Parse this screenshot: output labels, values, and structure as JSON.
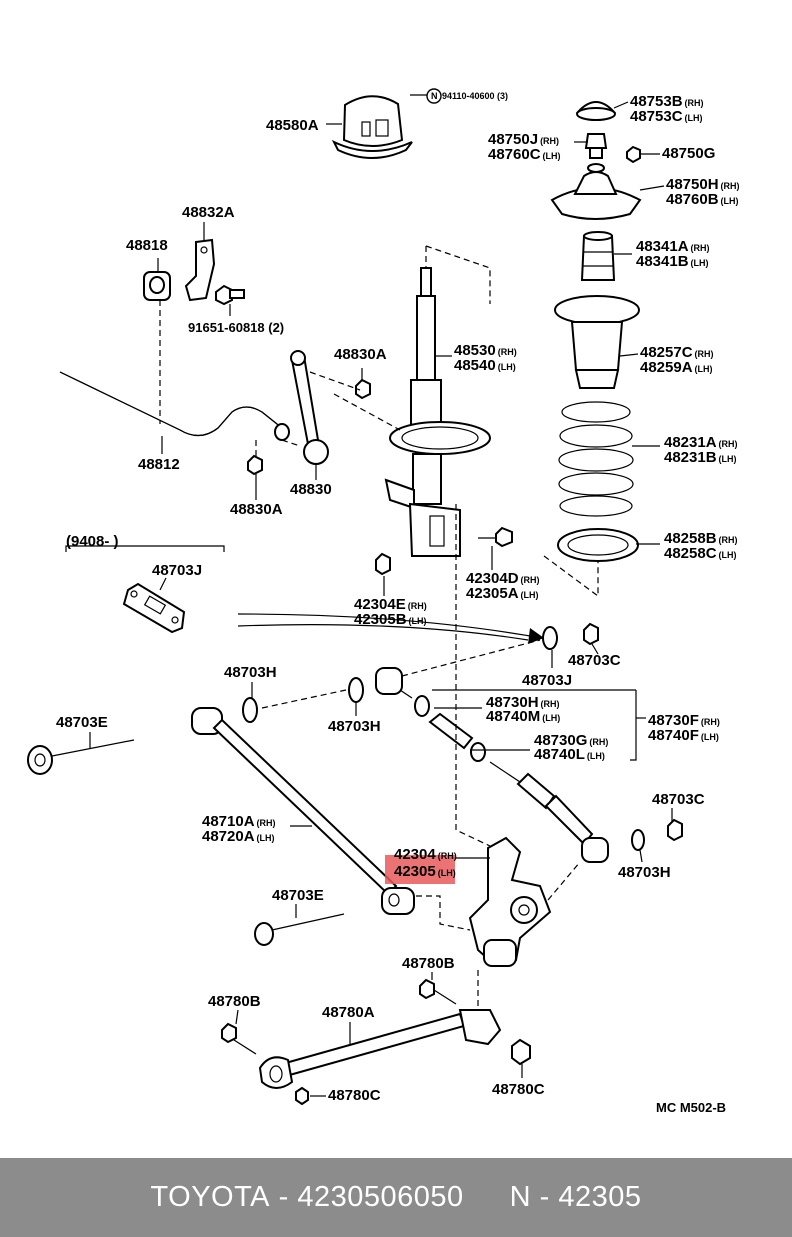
{
  "diagram": {
    "part_labels": [
      {
        "id": "48580A",
        "text": "48580A"
      },
      {
        "id": "n94110",
        "circle": "N",
        "text": "94110-40600 (3)"
      },
      {
        "id": "48753B",
        "text": "48753B",
        "side": "(RH)"
      },
      {
        "id": "48753C",
        "text": "48753C",
        "side": "(LH)"
      },
      {
        "id": "48750J",
        "text": "48750J",
        "side": "(RH)"
      },
      {
        "id": "48760C",
        "text": "48760C",
        "side": "(LH)"
      },
      {
        "id": "48750G",
        "text": "48750G"
      },
      {
        "id": "48750H",
        "text": "48750H",
        "side": "(RH)"
      },
      {
        "id": "48760B",
        "text": "48760B",
        "side": "(LH)"
      },
      {
        "id": "48832A",
        "text": "48832A"
      },
      {
        "id": "48818",
        "text": "48818"
      },
      {
        "id": "91651",
        "text": "91651-60818 (2)"
      },
      {
        "id": "48341A",
        "text": "48341A",
        "side": "(RH)"
      },
      {
        "id": "48341B",
        "text": "48341B",
        "side": "(LH)"
      },
      {
        "id": "48257C",
        "text": "48257C",
        "side": "(RH)"
      },
      {
        "id": "48259A",
        "text": "48259A",
        "side": "(LH)"
      },
      {
        "id": "48830A_1",
        "text": "48830A"
      },
      {
        "id": "48530",
        "text": "48530",
        "side": "(RH)"
      },
      {
        "id": "48540",
        "text": "48540",
        "side": "(LH)"
      },
      {
        "id": "48231A",
        "text": "48231A",
        "side": "(RH)"
      },
      {
        "id": "48231B",
        "text": "48231B",
        "side": "(LH)"
      },
      {
        "id": "48812",
        "text": "48812"
      },
      {
        "id": "48830",
        "text": "48830"
      },
      {
        "id": "48830A_2",
        "text": "48830A"
      },
      {
        "id": "48258B",
        "text": "48258B",
        "side": "(RH)"
      },
      {
        "id": "48258C",
        "text": "48258C",
        "side": "(LH)"
      },
      {
        "id": "date",
        "text": "(9408-         )"
      },
      {
        "id": "48703J_1",
        "text": "48703J"
      },
      {
        "id": "42304D",
        "text": "42304D",
        "side": "(RH)"
      },
      {
        "id": "42305A",
        "text": "42305A",
        "side": "(LH)"
      },
      {
        "id": "42304E",
        "text": "42304E",
        "side": "(RH)"
      },
      {
        "id": "42305B",
        "text": "42305B",
        "side": "(LH)"
      },
      {
        "id": "48703C_1",
        "text": "48703C"
      },
      {
        "id": "48703J_2",
        "text": "48703J"
      },
      {
        "id": "48703H_1",
        "text": "48703H"
      },
      {
        "id": "48730H",
        "text": "48730H",
        "side": "(RH)"
      },
      {
        "id": "48740M",
        "text": "48740M",
        "side": "(LH)"
      },
      {
        "id": "48730F",
        "text": "48730F",
        "side": "(RH)"
      },
      {
        "id": "48740F",
        "text": "48740F",
        "side": "(LH)"
      },
      {
        "id": "48703E_1",
        "text": "48703E"
      },
      {
        "id": "48703H_2",
        "text": "48703H"
      },
      {
        "id": "48730G",
        "text": "48730G",
        "side": "(RH)"
      },
      {
        "id": "48740L",
        "text": "48740L",
        "side": "(LH)"
      },
      {
        "id": "48703C_2",
        "text": "48703C"
      },
      {
        "id": "48710A",
        "text": "48710A",
        "side": "(RH)"
      },
      {
        "id": "48720A",
        "text": "48720A",
        "side": "(LH)"
      },
      {
        "id": "42304",
        "text": "42304",
        "side": "(RH)"
      },
      {
        "id": "42305",
        "text": "42305",
        "side": "(LH)",
        "highlighted": true
      },
      {
        "id": "48703H_3",
        "text": "48703H"
      },
      {
        "id": "48703E_2",
        "text": "48703E"
      },
      {
        "id": "48780B_1",
        "text": "48780B"
      },
      {
        "id": "48780B_2",
        "text": "48780B"
      },
      {
        "id": "48780A",
        "text": "48780A"
      },
      {
        "id": "48780C_1",
        "text": "48780C"
      },
      {
        "id": "48780C_2",
        "text": "48780C"
      }
    ],
    "drawing_code": "MC  M502-B"
  },
  "footer": {
    "brand": "TOYOTA",
    "dash": "-",
    "part_number": "4230506050",
    "ref_prefix": "N",
    "ref_number": "42305"
  },
  "colors": {
    "highlight": "#e85a5a",
    "footer_bg": "#8c8c8c",
    "footer_text": "#ffffff"
  }
}
